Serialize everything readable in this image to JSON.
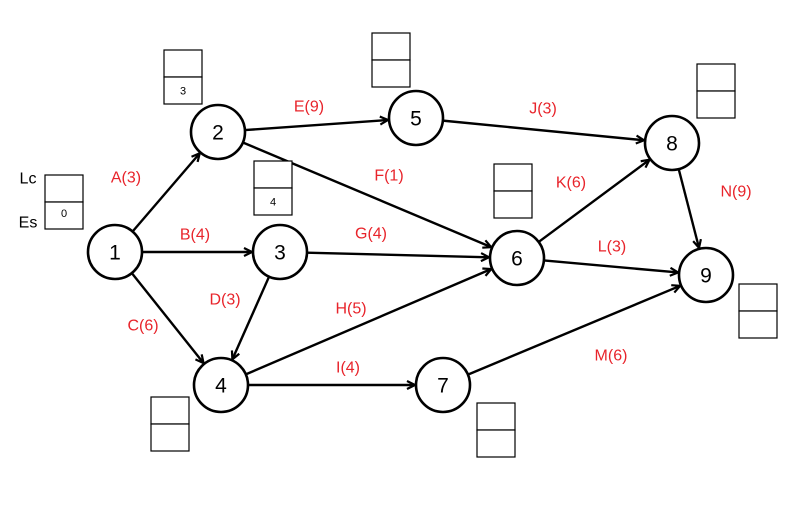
{
  "colors": {
    "edge_label": "#e8242b",
    "line": "#000000",
    "background": "#ffffff"
  },
  "legend": {
    "lc": "Lc",
    "es": "Es",
    "box_top": "",
    "box_bottom": "0"
  },
  "nodes": [
    {
      "id": "1",
      "label": "1"
    },
    {
      "id": "2",
      "label": "2"
    },
    {
      "id": "3",
      "label": "3"
    },
    {
      "id": "4",
      "label": "4"
    },
    {
      "id": "5",
      "label": "5"
    },
    {
      "id": "6",
      "label": "6"
    },
    {
      "id": "7",
      "label": "7"
    },
    {
      "id": "8",
      "label": "8"
    },
    {
      "id": "9",
      "label": "9"
    }
  ],
  "edges": [
    {
      "from": "1",
      "to": "2",
      "label": "A(3)"
    },
    {
      "from": "1",
      "to": "3",
      "label": "B(4)"
    },
    {
      "from": "1",
      "to": "4",
      "label": "C(6)"
    },
    {
      "from": "3",
      "to": "4",
      "label": "D(3)"
    },
    {
      "from": "2",
      "to": "5",
      "label": "E(9)"
    },
    {
      "from": "2",
      "to": "6",
      "label": "F(1)"
    },
    {
      "from": "3",
      "to": "6",
      "label": "G(4)"
    },
    {
      "from": "4",
      "to": "6",
      "label": "H(5)"
    },
    {
      "from": "4",
      "to": "7",
      "label": "I(4)"
    },
    {
      "from": "5",
      "to": "8",
      "label": "J(3)"
    },
    {
      "from": "6",
      "to": "8",
      "label": "K(6)"
    },
    {
      "from": "6",
      "to": "9",
      "label": "L(3)"
    },
    {
      "from": "7",
      "to": "9",
      "label": "M(6)"
    },
    {
      "from": "8",
      "to": "9",
      "label": "N(9)"
    }
  ],
  "boxes": [
    {
      "node": "2",
      "top": "",
      "bottom": "3"
    },
    {
      "node": "3",
      "top": "",
      "bottom": "4"
    },
    {
      "node": "4",
      "top": "",
      "bottom": ""
    },
    {
      "node": "5",
      "top": "",
      "bottom": ""
    },
    {
      "node": "6",
      "top": "",
      "bottom": ""
    },
    {
      "node": "7",
      "top": "",
      "bottom": ""
    },
    {
      "node": "8",
      "top": "",
      "bottom": ""
    },
    {
      "node": "9",
      "top": "",
      "bottom": ""
    }
  ]
}
